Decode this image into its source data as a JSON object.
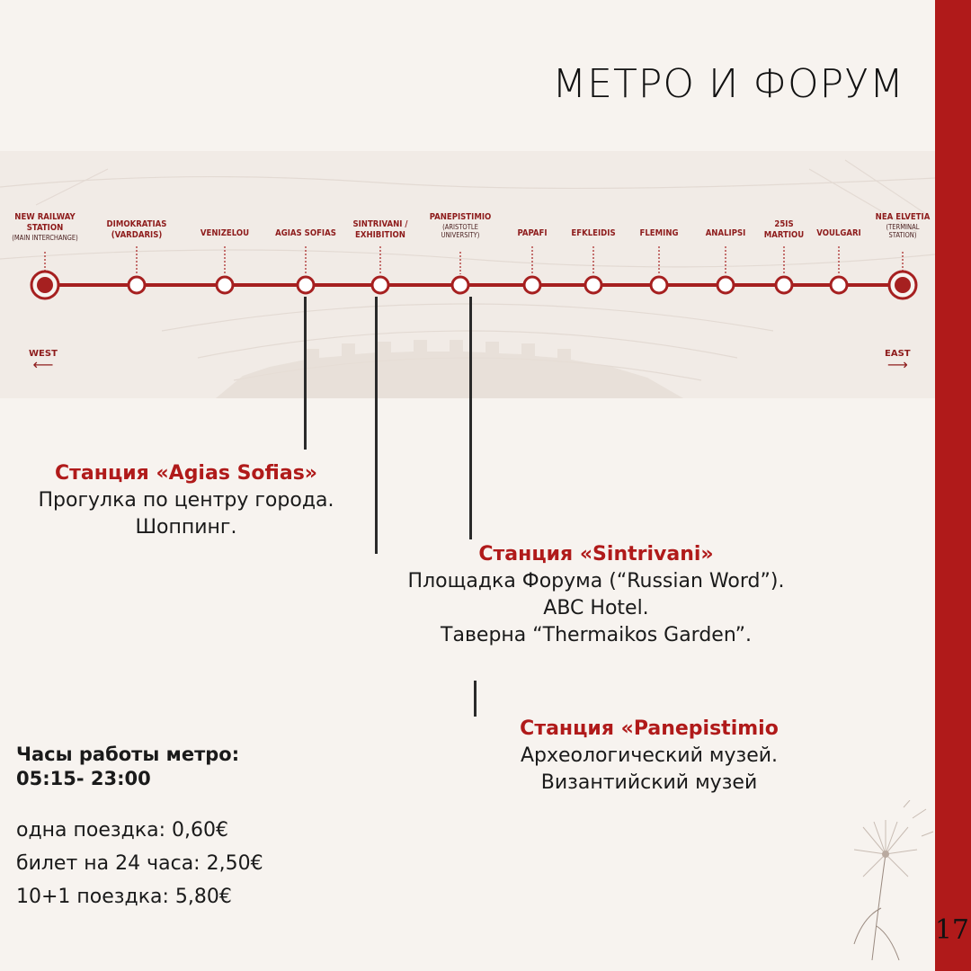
{
  "title": "МЕТРО И ФОРУМ",
  "page_number": "17",
  "colors": {
    "accent": "#b01a1a",
    "map_red": "#a62020",
    "background": "#f7f3ef"
  },
  "line": {
    "stations": [
      {
        "name": "NEW RAILWAY STATION",
        "lines": [
          "NEW RAILWAY",
          "STATION"
        ],
        "sub": "(MAIN INTERCHANGE)",
        "terminal": true
      },
      {
        "name": "DIMOKRATIAS (VARDARIS)",
        "lines": [
          "DIMOKRATIAS",
          "(VARDARIS)"
        ],
        "sub": ""
      },
      {
        "name": "VENIZELOU",
        "lines": [
          "VENIZELOU"
        ],
        "sub": ""
      },
      {
        "name": "AGIAS SOFIAS",
        "lines": [
          "AGIAS SOFIAS"
        ],
        "sub": ""
      },
      {
        "name": "SINTRIVANI / EXHIBITION",
        "lines": [
          "SINTRIVANI /",
          "EXHIBITION"
        ],
        "sub": ""
      },
      {
        "name": "PANEPISTIMIO",
        "lines": [
          "PANEPISTIMIO"
        ],
        "sub": "(ARISTOTLE UNIVERSITY)"
      },
      {
        "name": "PAPAFI",
        "lines": [
          "PAPAFI"
        ],
        "sub": ""
      },
      {
        "name": "EFKLEIDIS",
        "lines": [
          "EFKLEIDIS"
        ],
        "sub": ""
      },
      {
        "name": "FLEMING",
        "lines": [
          "FLEMING"
        ],
        "sub": ""
      },
      {
        "name": "ANALIPSI",
        "lines": [
          "ANALIPSI"
        ],
        "sub": ""
      },
      {
        "name": "25IS MARTIOU",
        "lines": [
          "25IS",
          "MARTIOU"
        ],
        "sub": ""
      },
      {
        "name": "VOULGARI",
        "lines": [
          "VOULGARI"
        ],
        "sub": ""
      },
      {
        "name": "NEA ELVETIA",
        "lines": [
          "NEA ELVETIA"
        ],
        "sub": "(TERMINAL STATION)",
        "terminal": true
      }
    ],
    "west_label": "WEST",
    "east_label": "EAST"
  },
  "callouts": [
    {
      "heading": "Станция «Agias Sofias»",
      "lines": [
        "Прогулка по центру города.",
        "Шоппинг."
      ]
    },
    {
      "heading": "Станция «Sintrivani»",
      "lines": [
        "Площадка Форума (“Russian Word”).",
        "ABC Hotel.",
        "Таверна “Thermaikos Garden”."
      ]
    },
    {
      "heading": "Станция «Panepistimio",
      "lines": [
        "Археологический музей.",
        "Византийский музей"
      ]
    }
  ],
  "hours": {
    "label": "Часы работы метро:",
    "value": "05:15- 23:00"
  },
  "prices": [
    "одна поездка: 0,60€",
    "билет на 24 часа: 2,50€",
    "10+1 поездка: 5,80€"
  ]
}
